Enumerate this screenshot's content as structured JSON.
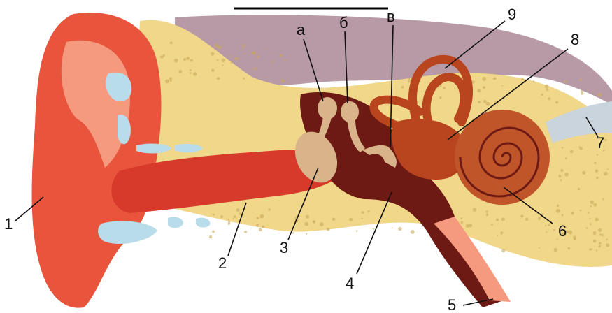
{
  "labels": {
    "n1": "1",
    "n2": "2",
    "n3": "3",
    "n4": "4",
    "n5": "5",
    "n6": "6",
    "n7": "7",
    "n8": "8",
    "n9": "9",
    "a": "а",
    "b": "б",
    "v": "в"
  },
  "colors": {
    "skin": "#e8553c",
    "skin_light": "#f59a7e",
    "bone": "#f0d78a",
    "bone_spot": "#c9a85a",
    "cartilage": "#b8dcea",
    "canal": "#d7392a",
    "cavity": "#6e1a14",
    "inner_ear": "#b8451e",
    "cochlea": "#c0552a",
    "brain": "#b89aa6",
    "nerve": "#c9d4dc",
    "ossicle": "#d9b48a"
  }
}
